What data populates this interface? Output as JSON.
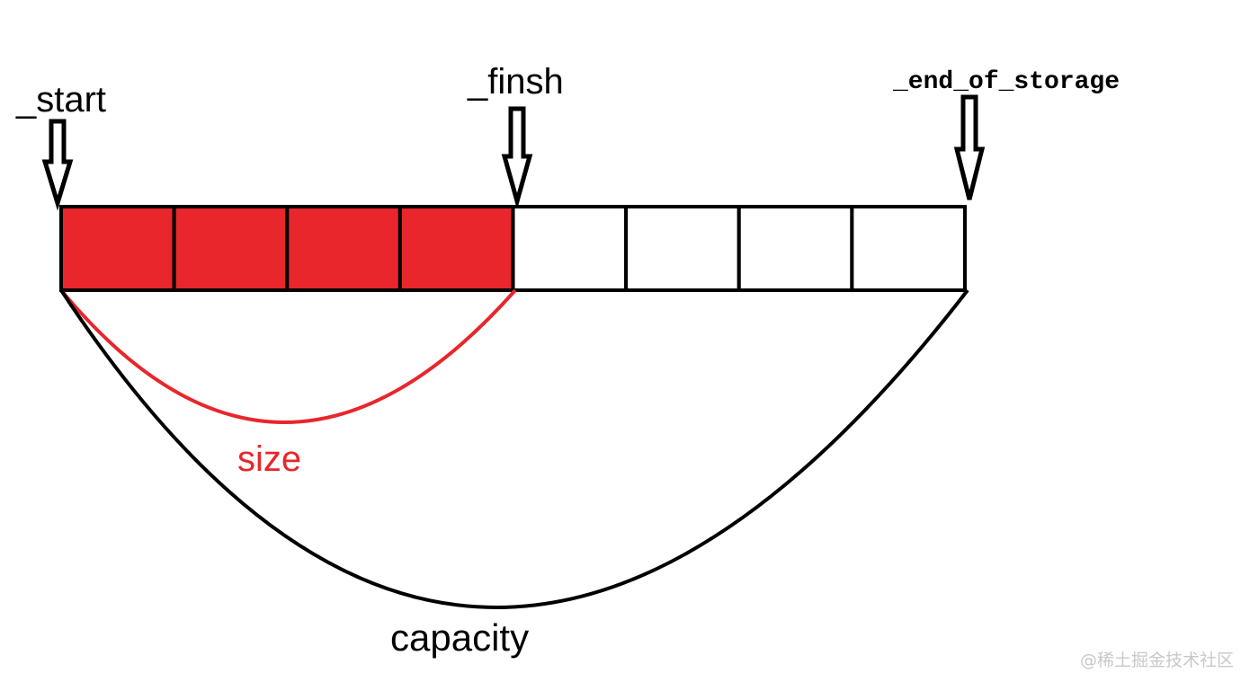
{
  "labels": {
    "start": "_start",
    "finish": "_finsh",
    "end_of_storage": "_end_of_storage",
    "size": "size",
    "capacity": "capacity"
  },
  "array": {
    "total_cells": 8,
    "filled_cells": 4
  },
  "colors": {
    "filled": "#E8262B",
    "empty": "#FFFFFF",
    "outline": "#000000",
    "size_curve": "#E8262B",
    "capacity_curve": "#000000",
    "size_label": "#E8262B"
  },
  "watermark": "@稀土掘金技术社区"
}
